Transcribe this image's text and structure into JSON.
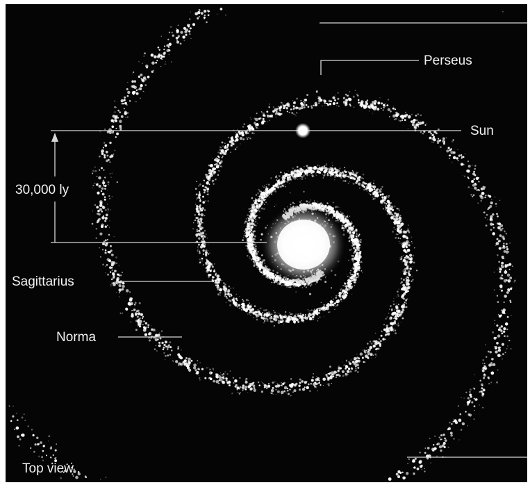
{
  "labels": {
    "perseus": "Perseus",
    "sun": "Sun",
    "distance": "30,000 ly",
    "sagittarius": "Sagittarius",
    "norma": "Norma",
    "view": "Top view"
  },
  "colors": {
    "background": "#050505",
    "stars": "#ffffff",
    "lines": "#d8d8d8",
    "text": "#f2f2f2"
  }
}
